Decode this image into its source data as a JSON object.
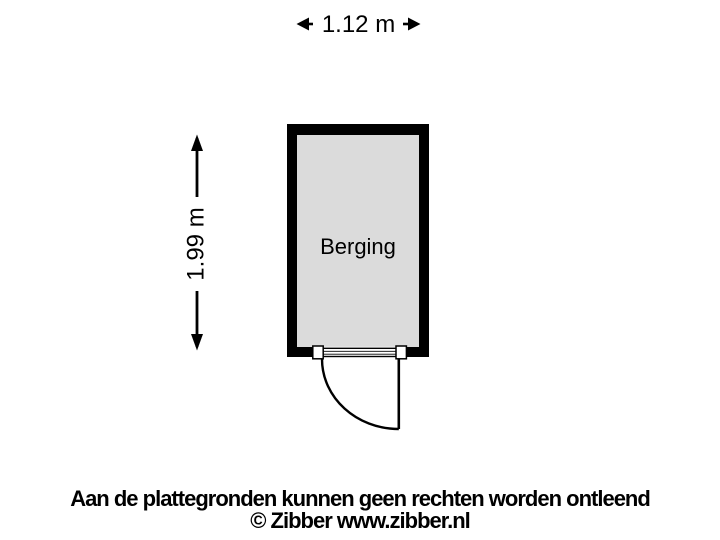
{
  "plan": {
    "room": {
      "label": "Berging"
    },
    "dimensions": {
      "width": "1.12 m",
      "height": "1.99 m"
    }
  },
  "footer": {
    "disclaimer": "Aan de plattegronden kunnen geen rechten worden ontleend",
    "copyright": "© Zibber www.zibber.nl"
  },
  "colors": {
    "background": "#ffffff",
    "wall": "#000000",
    "room_fill": "#dbdbdb",
    "text": "#000000",
    "label_bg": "#ffffff"
  }
}
